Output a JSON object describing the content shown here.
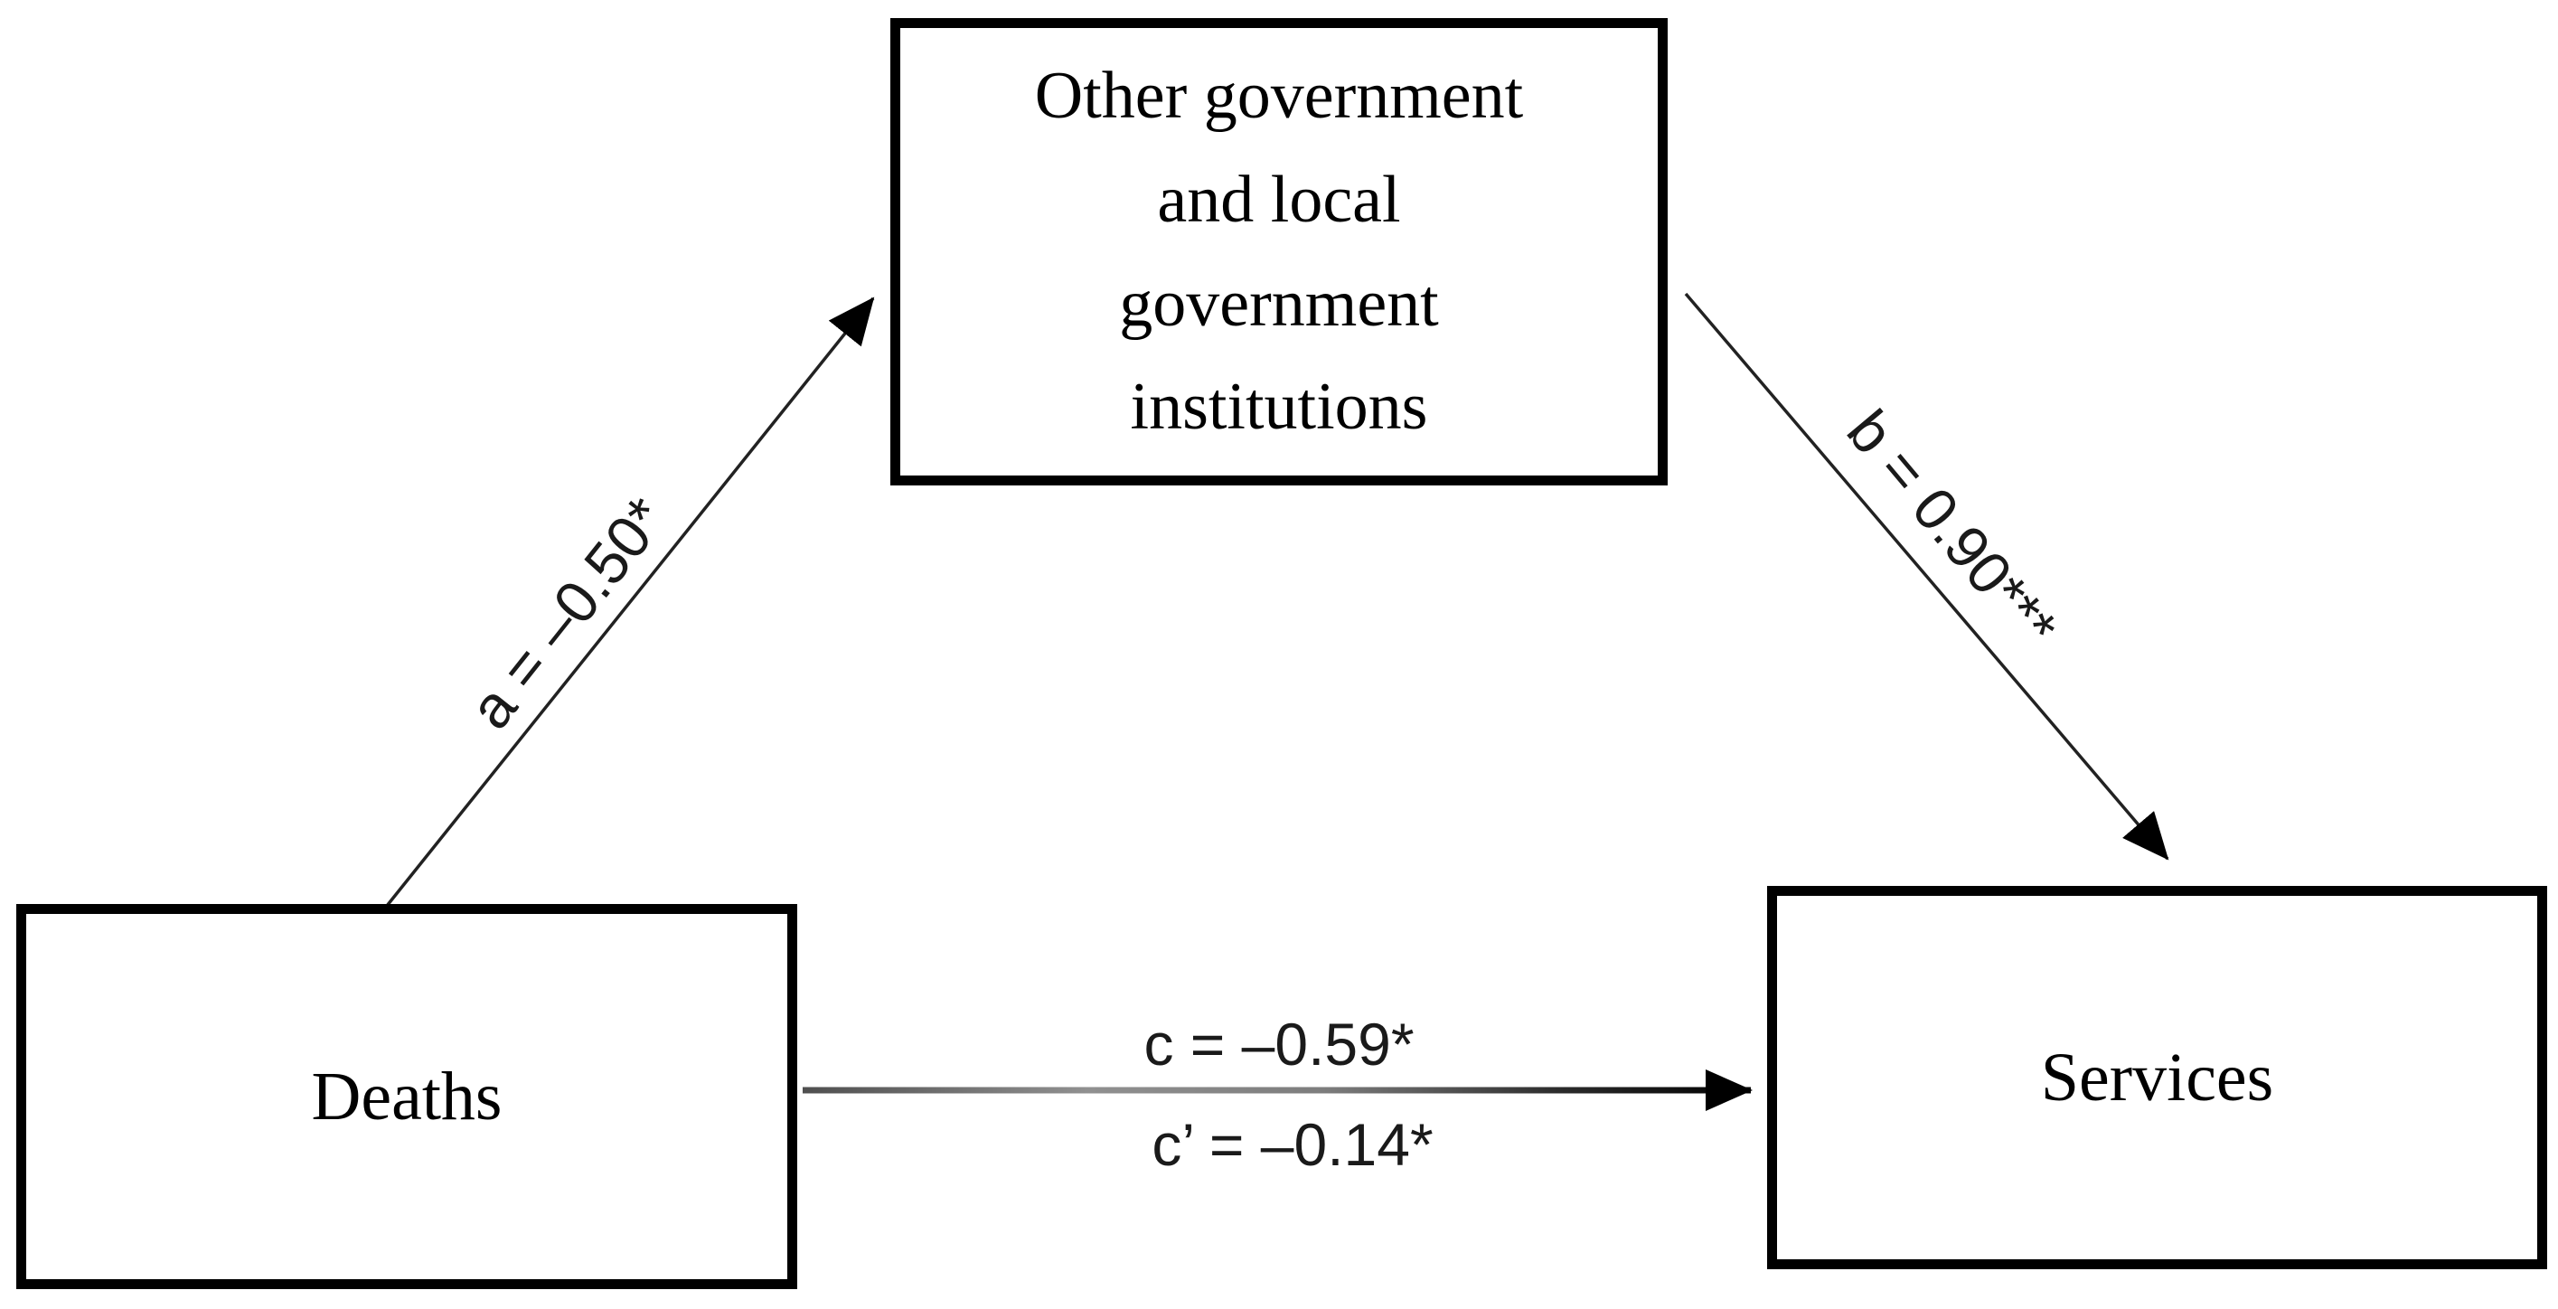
{
  "figure": {
    "type": "mediation-path-diagram",
    "background": "#ffffff",
    "boxes": {
      "mediator": {
        "lines": [
          "Other government",
          "and local",
          "government",
          "institutions"
        ]
      },
      "predictor": {
        "label": "Deaths"
      },
      "outcome": {
        "label": "Services"
      }
    },
    "paths": {
      "a": {
        "label": "a = –0.50*"
      },
      "b": {
        "label": "b = 0.90***"
      },
      "c": {
        "label": "c = –0.59*"
      },
      "c_prime": {
        "label": "c’ = –0.14*"
      }
    },
    "colors": {
      "box_border": "#000000",
      "text": "#000000",
      "arrow_dark": "#1a1a1a",
      "arrow_gray": "#8c8c8c"
    }
  }
}
